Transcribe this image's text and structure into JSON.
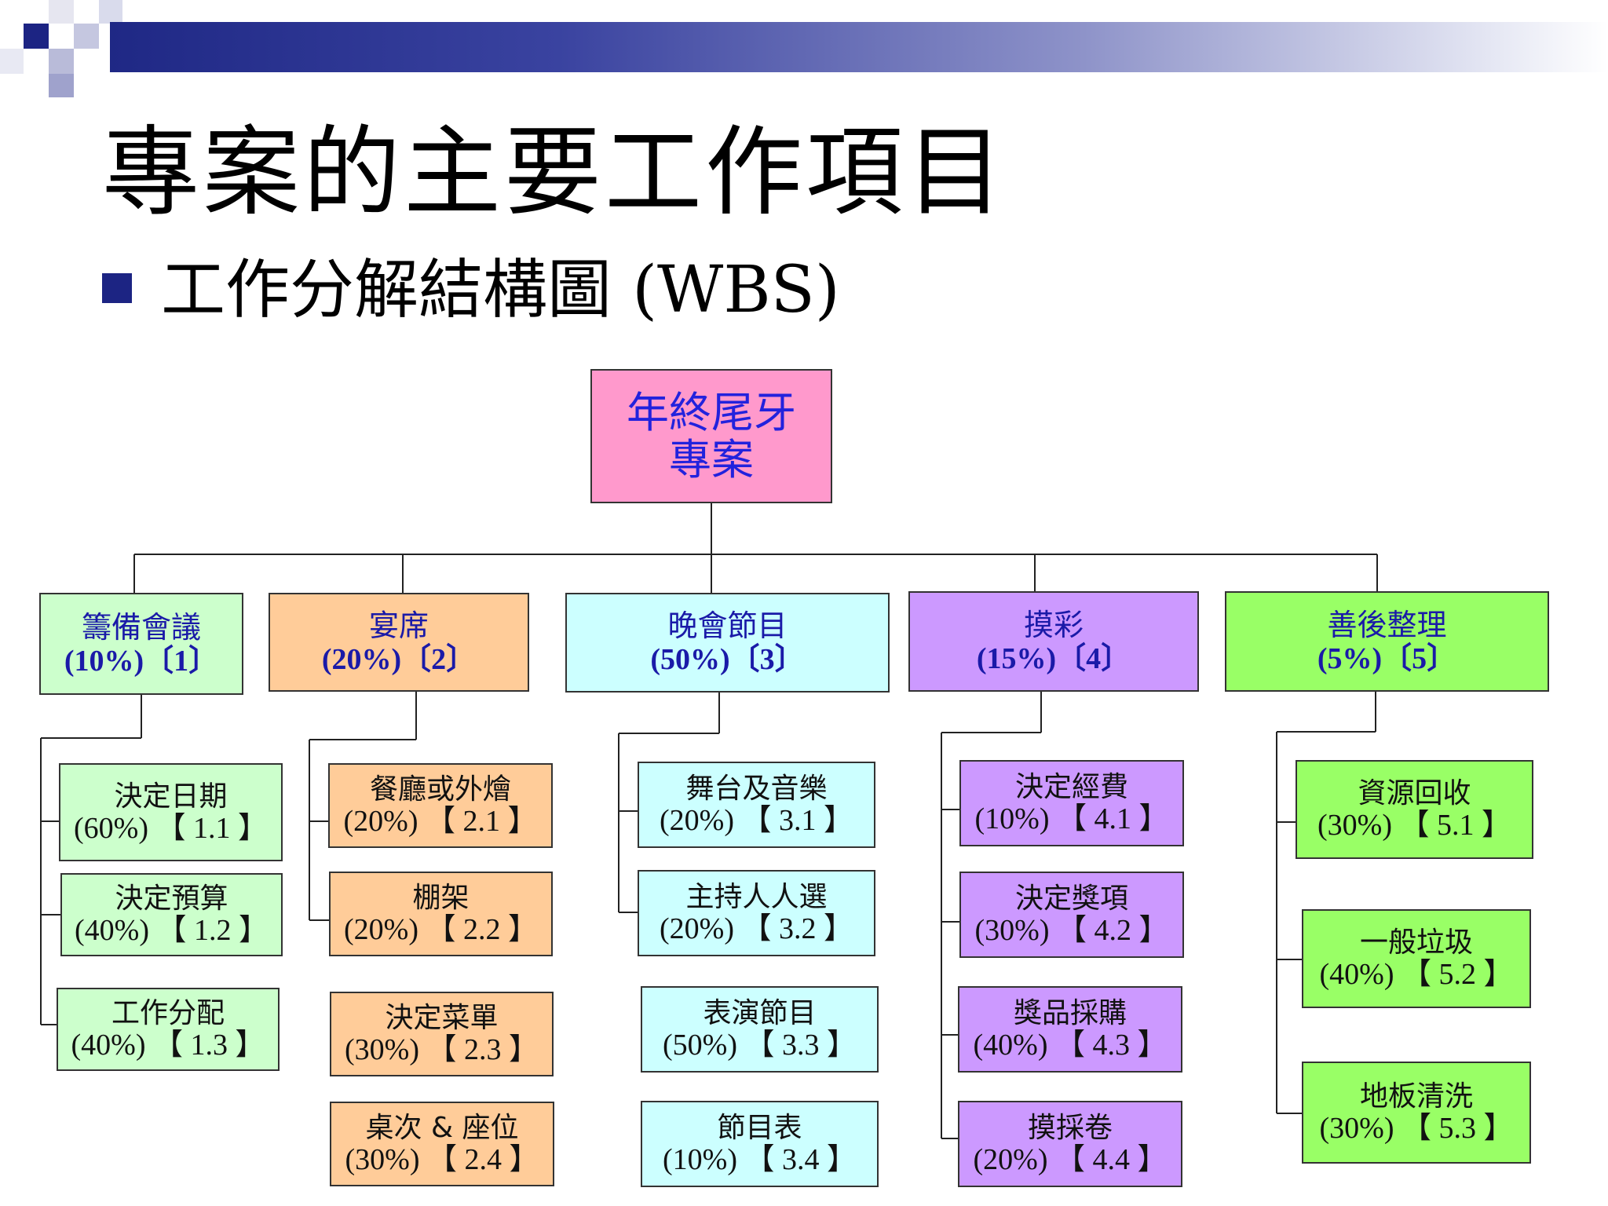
{
  "slide": {
    "title": "專案的主要工作項目",
    "subtitle": "工作分解結構圖 (WBS)"
  },
  "colors": {
    "band": "#1f2885",
    "root": "#ff99cc",
    "phase1": "#ccffcc",
    "phase2": "#ffcc99",
    "phase3": "#ccffff",
    "phase4": "#cc99ff",
    "phase5": "#99ff66",
    "phase_text": "#1a1aa8"
  },
  "wbs": {
    "root": {
      "line1": "年終尾牙",
      "line2": "專案"
    },
    "phases": [
      {
        "name": "籌備會議",
        "pct": "(10%)",
        "code": "〔1〕",
        "tasks": [
          {
            "name": "決定日期",
            "detail": "(60%) 【 1.1 】"
          },
          {
            "name": "決定預算",
            "detail": "(40%) 【 1.2 】"
          },
          {
            "name": "工作分配",
            "detail": "(40%) 【 1.3 】"
          }
        ]
      },
      {
        "name": "宴席",
        "pct": "(20%)",
        "code": "〔2〕",
        "tasks": [
          {
            "name": "餐廳或外燴",
            "detail": "(20%) 【 2.1 】"
          },
          {
            "name": "棚架",
            "detail": "(20%) 【 2.2 】"
          },
          {
            "name": "決定菜單",
            "detail": "(30%) 【 2.3 】"
          },
          {
            "name": "桌次 & 座位",
            "detail": "(30%) 【 2.4 】"
          }
        ]
      },
      {
        "name": "晚會節目",
        "pct": "(50%)",
        "code": "〔3〕",
        "tasks": [
          {
            "name": "舞台及音樂",
            "detail": "(20%) 【 3.1 】"
          },
          {
            "name": "主持人人選",
            "detail": "(20%) 【 3.2 】"
          },
          {
            "name": "表演節目",
            "detail": "(50%) 【 3.3 】"
          },
          {
            "name": "節目表",
            "detail": "(10%) 【 3.4 】"
          }
        ]
      },
      {
        "name": "摸彩",
        "pct": "(15%)",
        "code": "〔4〕",
        "tasks": [
          {
            "name": "決定經費",
            "detail": "(10%) 【 4.1 】"
          },
          {
            "name": "決定獎項",
            "detail": "(30%) 【 4.2 】"
          },
          {
            "name": "獎品採購",
            "detail": "(40%) 【 4.3 】"
          },
          {
            "name": "摸採卷",
            "detail": "(20%) 【 4.4 】"
          }
        ]
      },
      {
        "name": "善後整理",
        "pct": "(5%)",
        "code": "〔5〕",
        "tasks": [
          {
            "name": "資源回收",
            "detail": "(30%) 【 5.1 】"
          },
          {
            "name": "一般垃圾",
            "detail": "(40%) 【 5.2 】"
          },
          {
            "name": "地板清洗",
            "detail": "(30%) 【 5.3 】"
          }
        ]
      }
    ]
  }
}
